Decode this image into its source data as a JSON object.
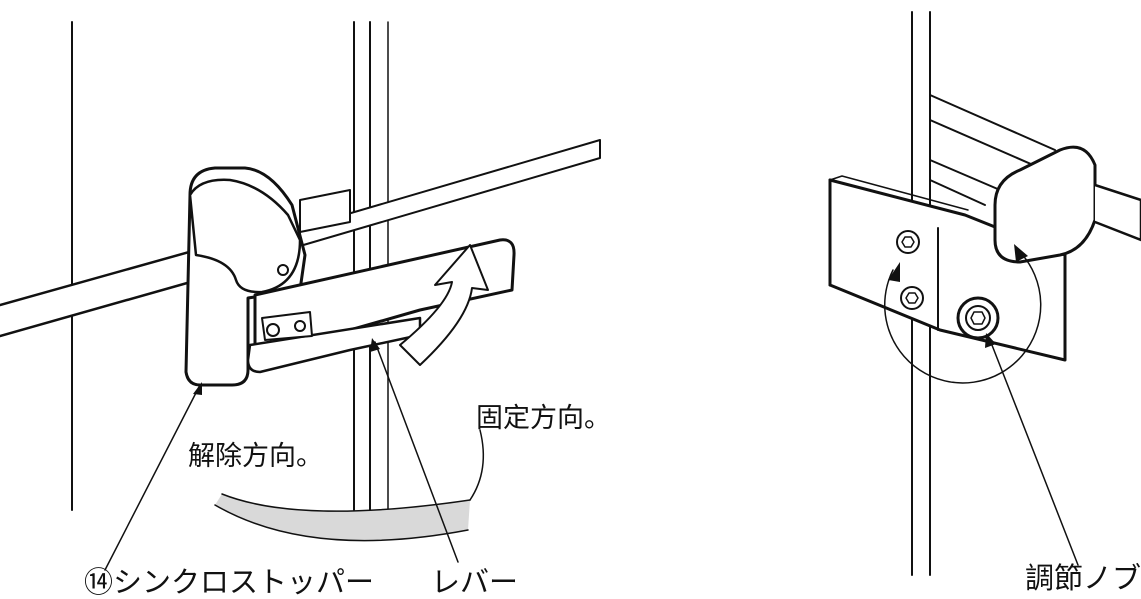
{
  "labels": {
    "release_direction": "解除方向。",
    "lock_direction": "固定方向。",
    "synchro_stopper": "⑭シンクロストッパー",
    "lever": "レバー",
    "adjust_knob": "調節ノブ"
  }
}
